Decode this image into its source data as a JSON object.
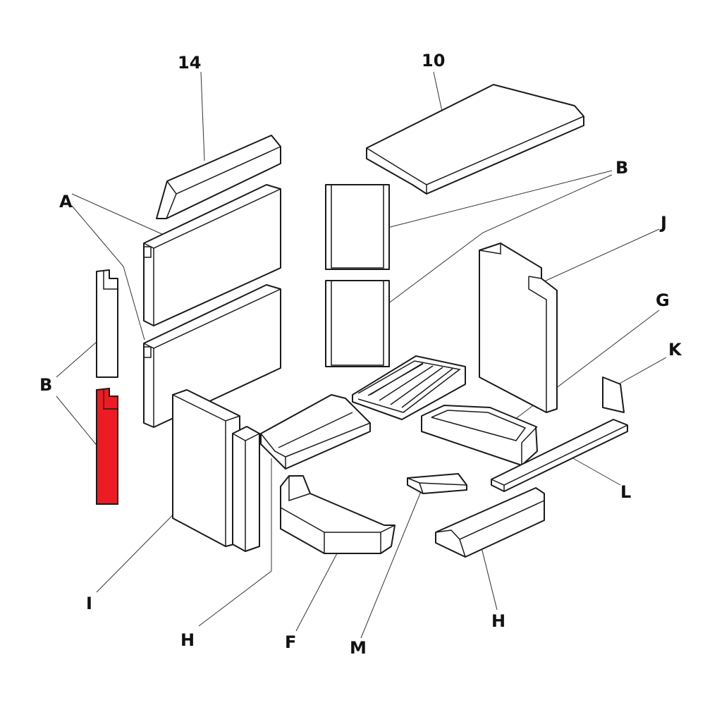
{
  "title": "Fireplace firebrick parts diagram",
  "highlight_color": "#ED1C24",
  "labels": {
    "p14": "14",
    "p10": "10",
    "b_right": "B",
    "j": "J",
    "a": "A",
    "g": "G",
    "k": "K",
    "b_left": "B",
    "l": "L",
    "i": "I",
    "h_left": "H",
    "f": "F",
    "m": "M",
    "h_right": "H"
  }
}
